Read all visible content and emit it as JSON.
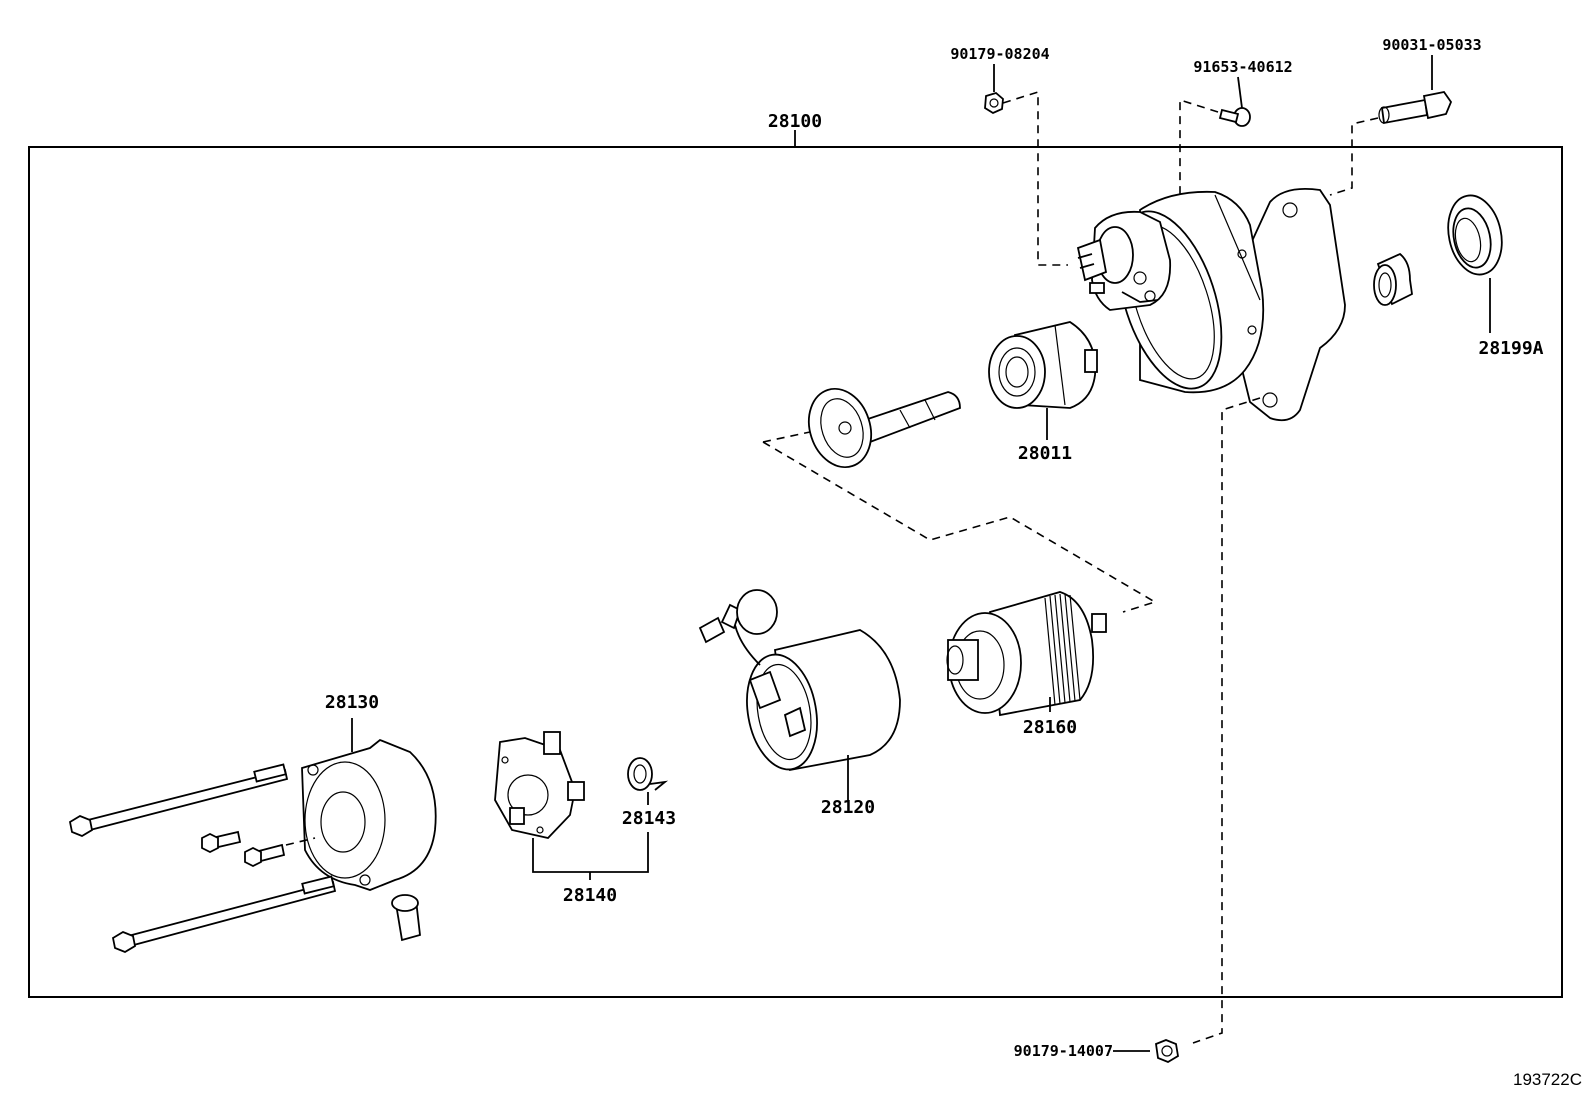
{
  "diagram": {
    "reference_code": "193722C",
    "assembly_label": "28100",
    "part_labels": {
      "p90179_08204": "90179-08204",
      "p91653_40612": "91653-40612",
      "p90031_05033": "90031-05033",
      "p28199A": "28199A",
      "p28011": "28011",
      "p28160": "28160",
      "p28120": "28120",
      "p28130": "28130",
      "p28143": "28143",
      "p28140": "28140",
      "p90179_14007": "90179-14007"
    }
  }
}
